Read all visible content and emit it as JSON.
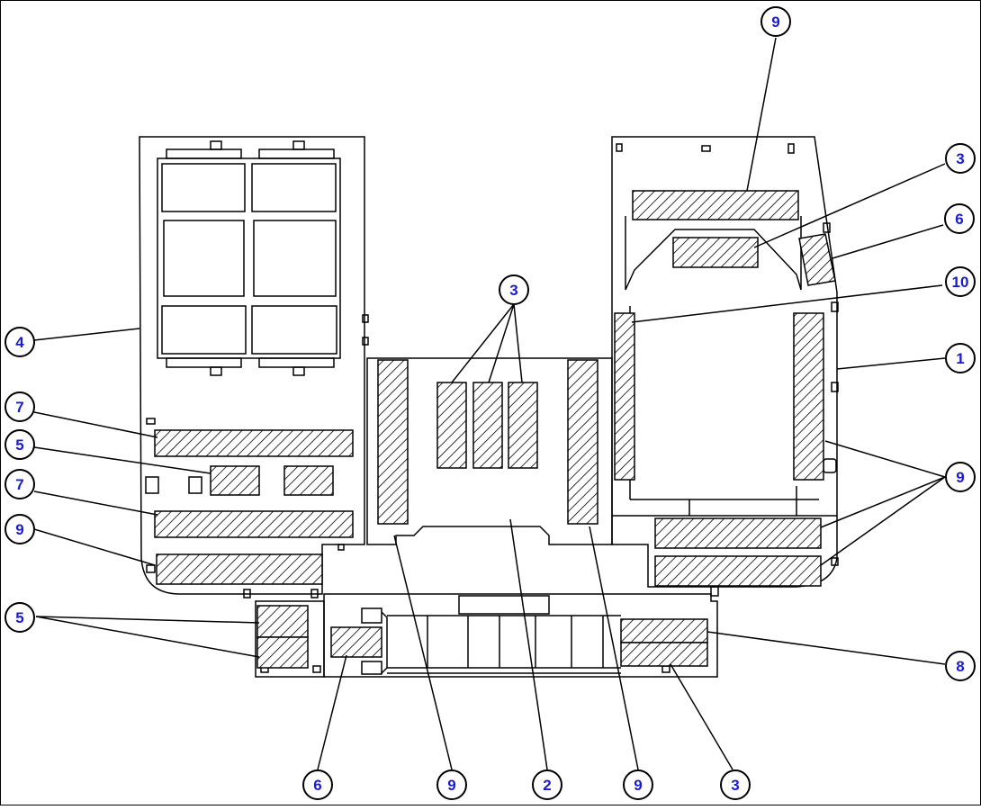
{
  "diagram": {
    "colors": {
      "line": "#000000",
      "background": "#ffffff",
      "callout_text": "#1a1ad9"
    },
    "callouts": [
      {
        "id": "c-9-top",
        "label": "9"
      },
      {
        "id": "c-3-right-top",
        "label": "3"
      },
      {
        "id": "c-6-right",
        "label": "6"
      },
      {
        "id": "c-10",
        "label": "10"
      },
      {
        "id": "c-1",
        "label": "1"
      },
      {
        "id": "c-9-right",
        "label": "9"
      },
      {
        "id": "c-8",
        "label": "8"
      },
      {
        "id": "c-3-center",
        "label": "3"
      },
      {
        "id": "c-4",
        "label": "4"
      },
      {
        "id": "c-7-upper",
        "label": "7"
      },
      {
        "id": "c-5-left",
        "label": "5"
      },
      {
        "id": "c-7-lower",
        "label": "7"
      },
      {
        "id": "c-9-left",
        "label": "9"
      },
      {
        "id": "c-5-bottom",
        "label": "5"
      },
      {
        "id": "c-6-bottom",
        "label": "6"
      },
      {
        "id": "c-9-bottom-left",
        "label": "9"
      },
      {
        "id": "c-2",
        "label": "2"
      },
      {
        "id": "c-9-bottom-right",
        "label": "9"
      },
      {
        "id": "c-3-bottom",
        "label": "3"
      }
    ]
  }
}
